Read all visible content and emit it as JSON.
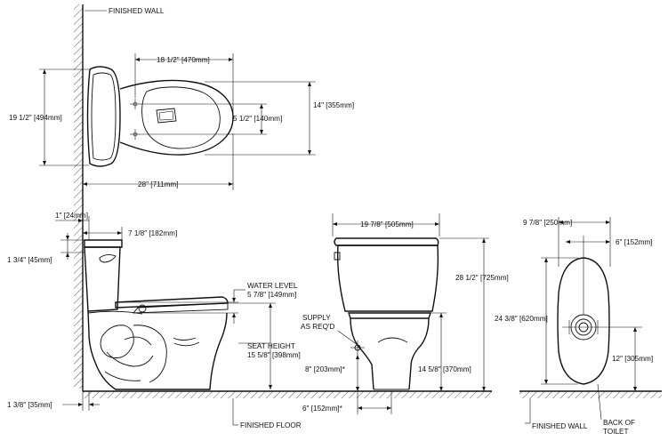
{
  "labels": {
    "finished_wall_top": "FINISHED WALL",
    "finished_floor": "FINISHED FLOOR",
    "finished_wall_bottom": "FINISHED WALL",
    "back_of_toilet_1": "BACK OF",
    "back_of_toilet_2": "TOILET",
    "water_level_1": "WATER LEVEL",
    "seat_height_1": "SEAT HEIGHT",
    "supply_1": "SUPPLY",
    "supply_2": "AS REQ'D"
  },
  "dims": {
    "top_width": "18 1/2\" [470mm]",
    "top_depth": "19 1/2\" [494mm]",
    "top_bowl_width": "14\" [355mm]",
    "top_bolts": "5 1/2\" [140mm]",
    "top_length": "28\" [711mm]",
    "side_gap": "1\" [24mm]",
    "side_tank_depth": "7 1/8\" [182mm]",
    "side_tank_offset": "1 3/4\" [45mm]",
    "side_water_level": "5 7/8\" [149mm]",
    "side_seat_height": "15 5/8\" [398mm]",
    "side_base": "1 3/8\" [35mm]",
    "front_tank_width": "19 7/8\" [505mm]",
    "front_height": "28 1/2\" [725mm]",
    "front_supply_height": "8\" [203mm]*",
    "front_bowl_height": "14 5/8\" [370mm]",
    "front_supply_offset": "6\" [152mm]*",
    "rear_width": "9 7/8\" [250mm]",
    "rear_half": "6\" [152mm]",
    "rear_length": "24 3/8\" [620mm]",
    "rear_rough_in": "12\" [305mm]"
  }
}
